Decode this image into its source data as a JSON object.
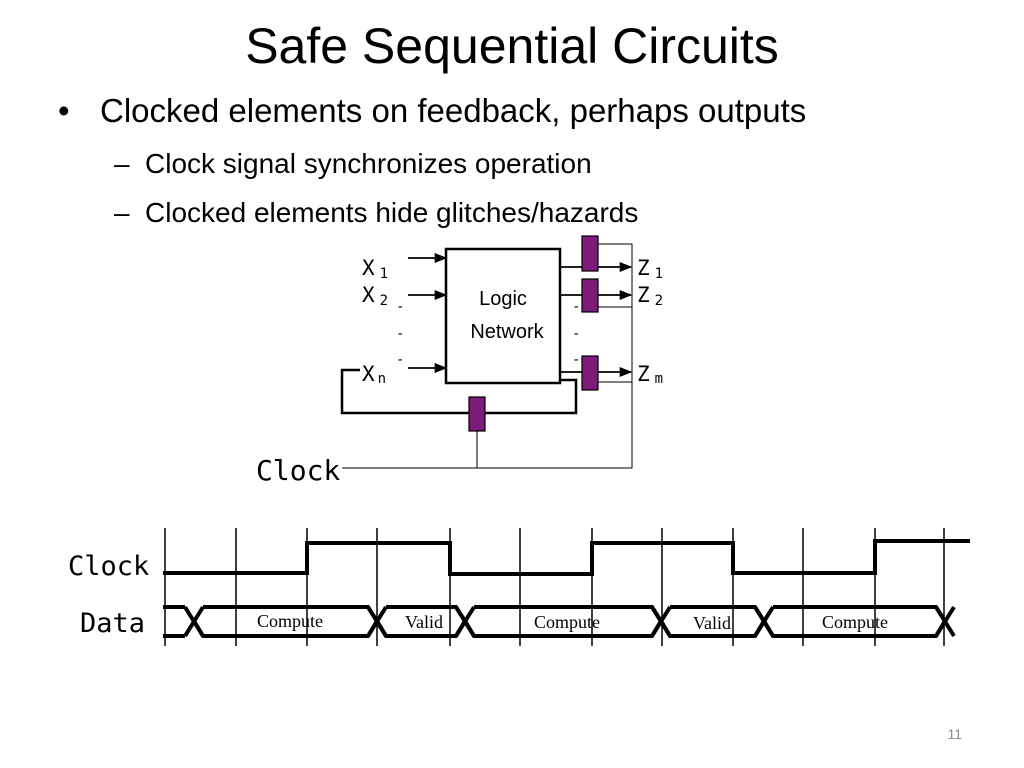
{
  "slide": {
    "title": "Safe Sequential Circuits",
    "bullet_symbol": "•",
    "dash_symbol": "–",
    "bullets": [
      {
        "text": "Clocked elements on feedback, perhaps outputs",
        "subs": [
          "Clock signal synchronizes operation",
          "Clocked elements hide glitches/hazards"
        ]
      }
    ],
    "page_number": "11"
  },
  "circuit": {
    "block_label_line1": "Logic",
    "block_label_line2": "Network",
    "inputs": [
      {
        "name": "X",
        "sub": "1"
      },
      {
        "name": "X",
        "sub": "2"
      },
      {
        "name": "X",
        "sub": "n"
      }
    ],
    "outputs": [
      {
        "name": "Z",
        "sub": "1"
      },
      {
        "name": "Z",
        "sub": "2"
      },
      {
        "name": "Z",
        "sub": "m"
      }
    ],
    "ellipsis_mark": "-",
    "clock_label": "Clock",
    "register_color": "#7d1a7a"
  },
  "timing": {
    "clock_label": "Clock",
    "data_label": "Data",
    "segments": [
      "Compute",
      "Valid",
      "Compute",
      "Valid",
      "Compute"
    ]
  }
}
